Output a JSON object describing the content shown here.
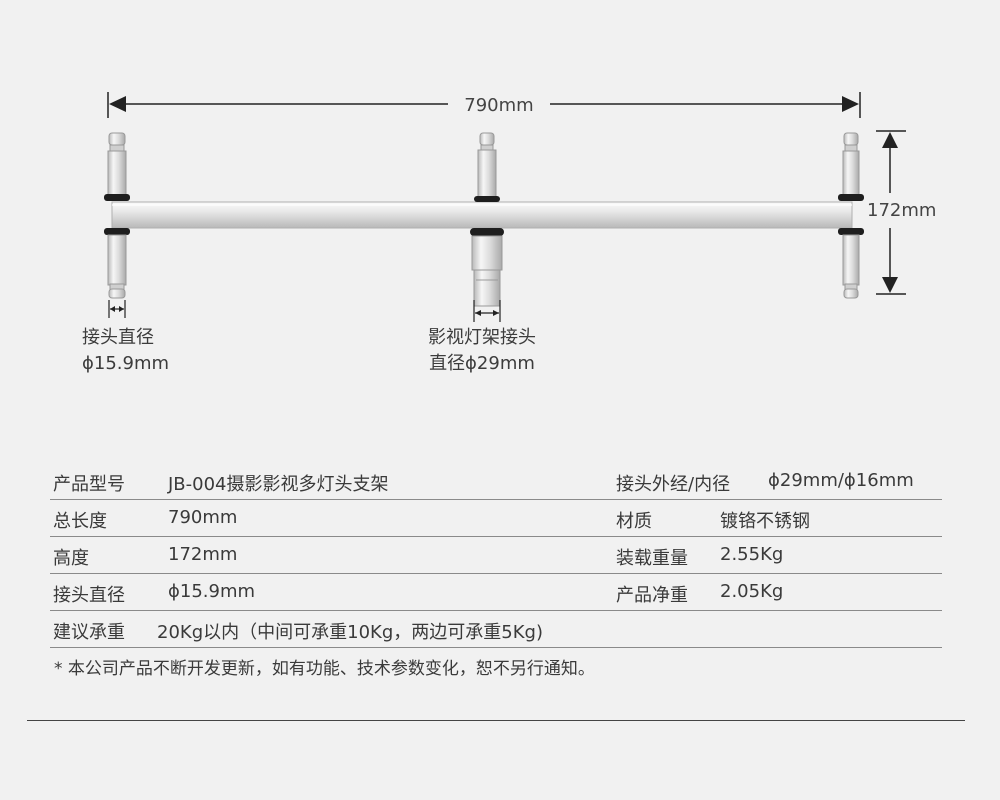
{
  "diagram": {
    "length_label": "790mm",
    "height_label": "172mm",
    "connector_callout": [
      "接头直径",
      "ϕ15.9mm"
    ],
    "center_callout": [
      "影视灯架接头",
      "直径ϕ29mm"
    ]
  },
  "specs": {
    "rows": [
      {
        "label": "产品型号",
        "value": "JB-004摄影影视多灯头支架",
        "label2": "接头外经/内径",
        "value2": "ϕ29mm/ϕ16mm"
      },
      {
        "label": "总长度",
        "value": "790mm",
        "label2": "材质",
        "value2": "镀铬不锈钢"
      },
      {
        "label": "高度",
        "value": "172mm",
        "label2": "装载重量",
        "value2": "2.55Kg"
      },
      {
        "label": "接头直径",
        "value": "ϕ15.9mm",
        "label2": "产品净重",
        "value2": "2.05Kg"
      },
      {
        "label": "建议承重",
        "value": "20Kg以内（中间可承重10Kg，两边可承重5Kg)"
      }
    ],
    "note": "* 本公司产品不断开发更新，如有功能、技术参数变化，恕不另行通知。"
  },
  "colors": {
    "background": "#f1f1f1",
    "chrome_light": "#f4f4f4",
    "chrome_mid": "#d6d6d6",
    "chrome_dark": "#a8a8a8",
    "dimension_line": "#222222"
  }
}
